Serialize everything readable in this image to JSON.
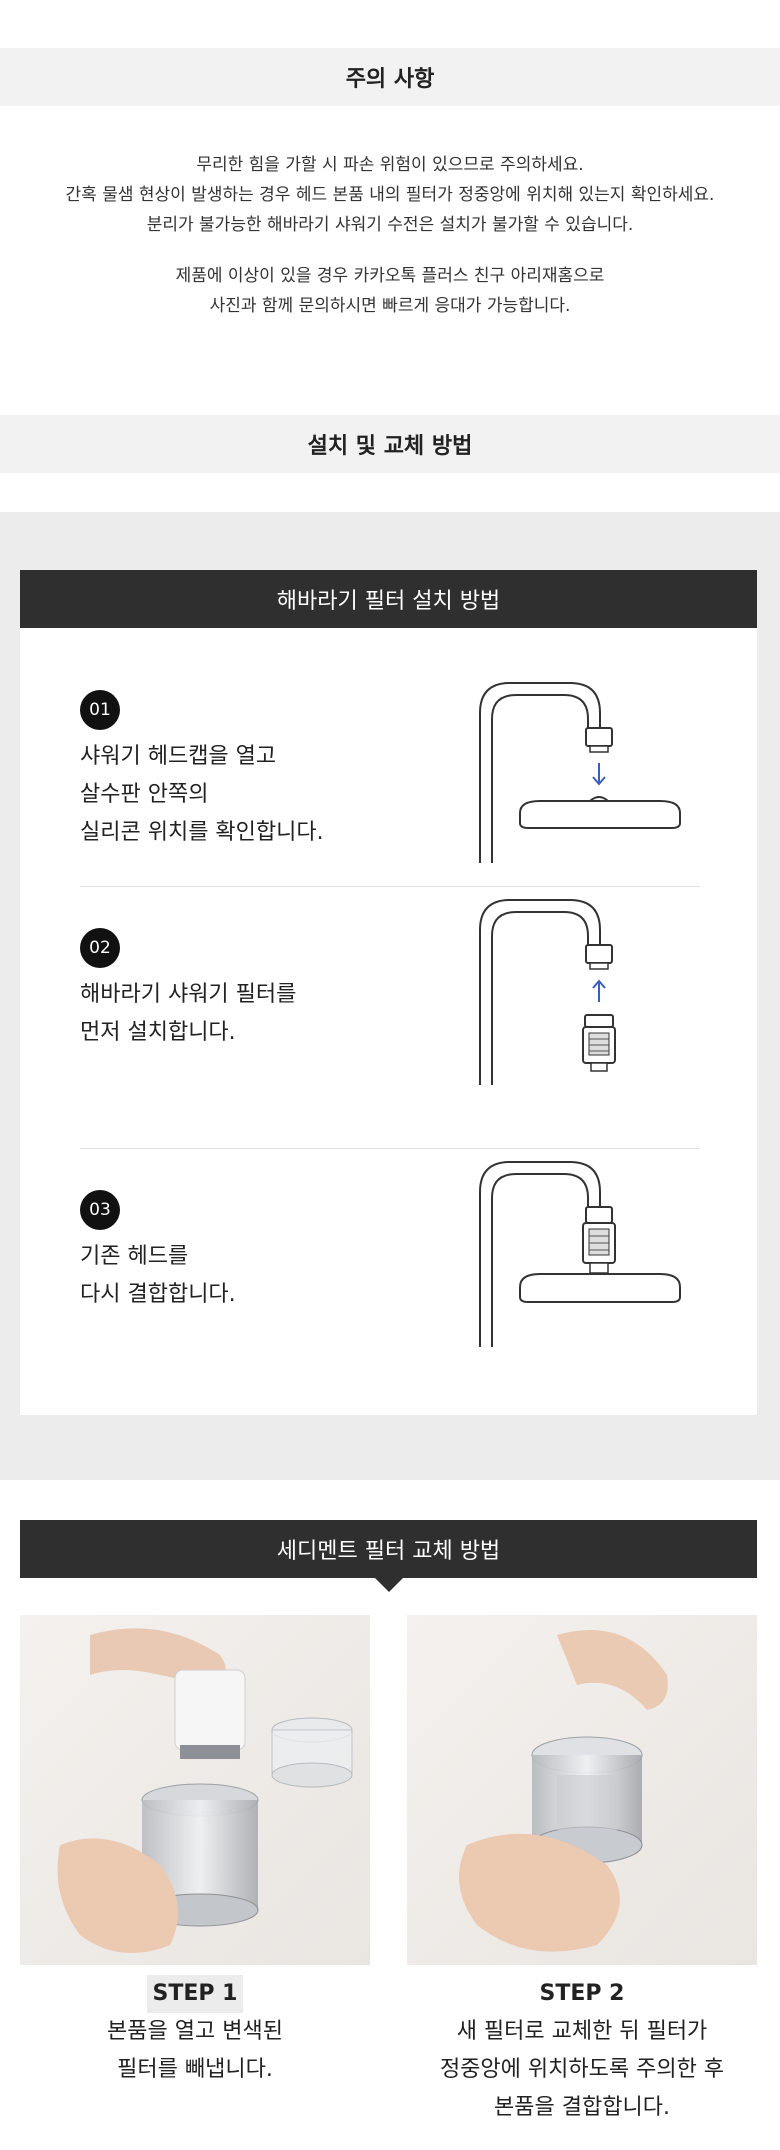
{
  "caution": {
    "title": "주의 사항",
    "lines_group1": [
      "무리한 힘을 가할 시 파손 위험이 있으므로 주의하세요.",
      "간혹 물샘 현상이 발생하는 경우 헤드 본품 내의 필터가 정중앙에 위치해 있는지 확인하세요.",
      "분리가 불가능한 해바라기 샤워기 수전은 설치가 불가할 수 있습니다."
    ],
    "lines_group2": [
      "제품에 이상이 있을 경우 카카오톡 플러스 친구 아리재홈으로",
      "사진과 함께 문의하시면 빠르게 응대가 가능합니다."
    ]
  },
  "install": {
    "title": "설치 및 교체 방법",
    "sunflower_header": "해바라기 필터 설치 방법",
    "steps": [
      {
        "num": "01",
        "lines": [
          "샤워기 헤드캡을 열고",
          "살수판 안쪽의",
          "실리콘 위치를 확인합니다."
        ]
      },
      {
        "num": "02",
        "lines": [
          "해바라기 샤워기 필터를",
          "먼저 설치합니다."
        ]
      },
      {
        "num": "03",
        "lines": [
          "기존 헤드를",
          "다시 결합합니다."
        ]
      }
    ]
  },
  "sediment": {
    "header": "세디멘트 필터 교체 방법",
    "steps": [
      {
        "label": "STEP 1",
        "lines": [
          "본품을 열고 변색된",
          "필터를 빼냅니다."
        ]
      },
      {
        "label": "STEP 2",
        "lines": [
          "새 필터로 교체한 뒤 필터가",
          "정중앙에 위치하도록 주의한 후",
          "본품을 결합합니다."
        ]
      }
    ]
  },
  "colors": {
    "bar_bg": "#f2f2f2",
    "dark_header": "#2f2f2f",
    "arrow_blue": "#3a5ec0"
  }
}
